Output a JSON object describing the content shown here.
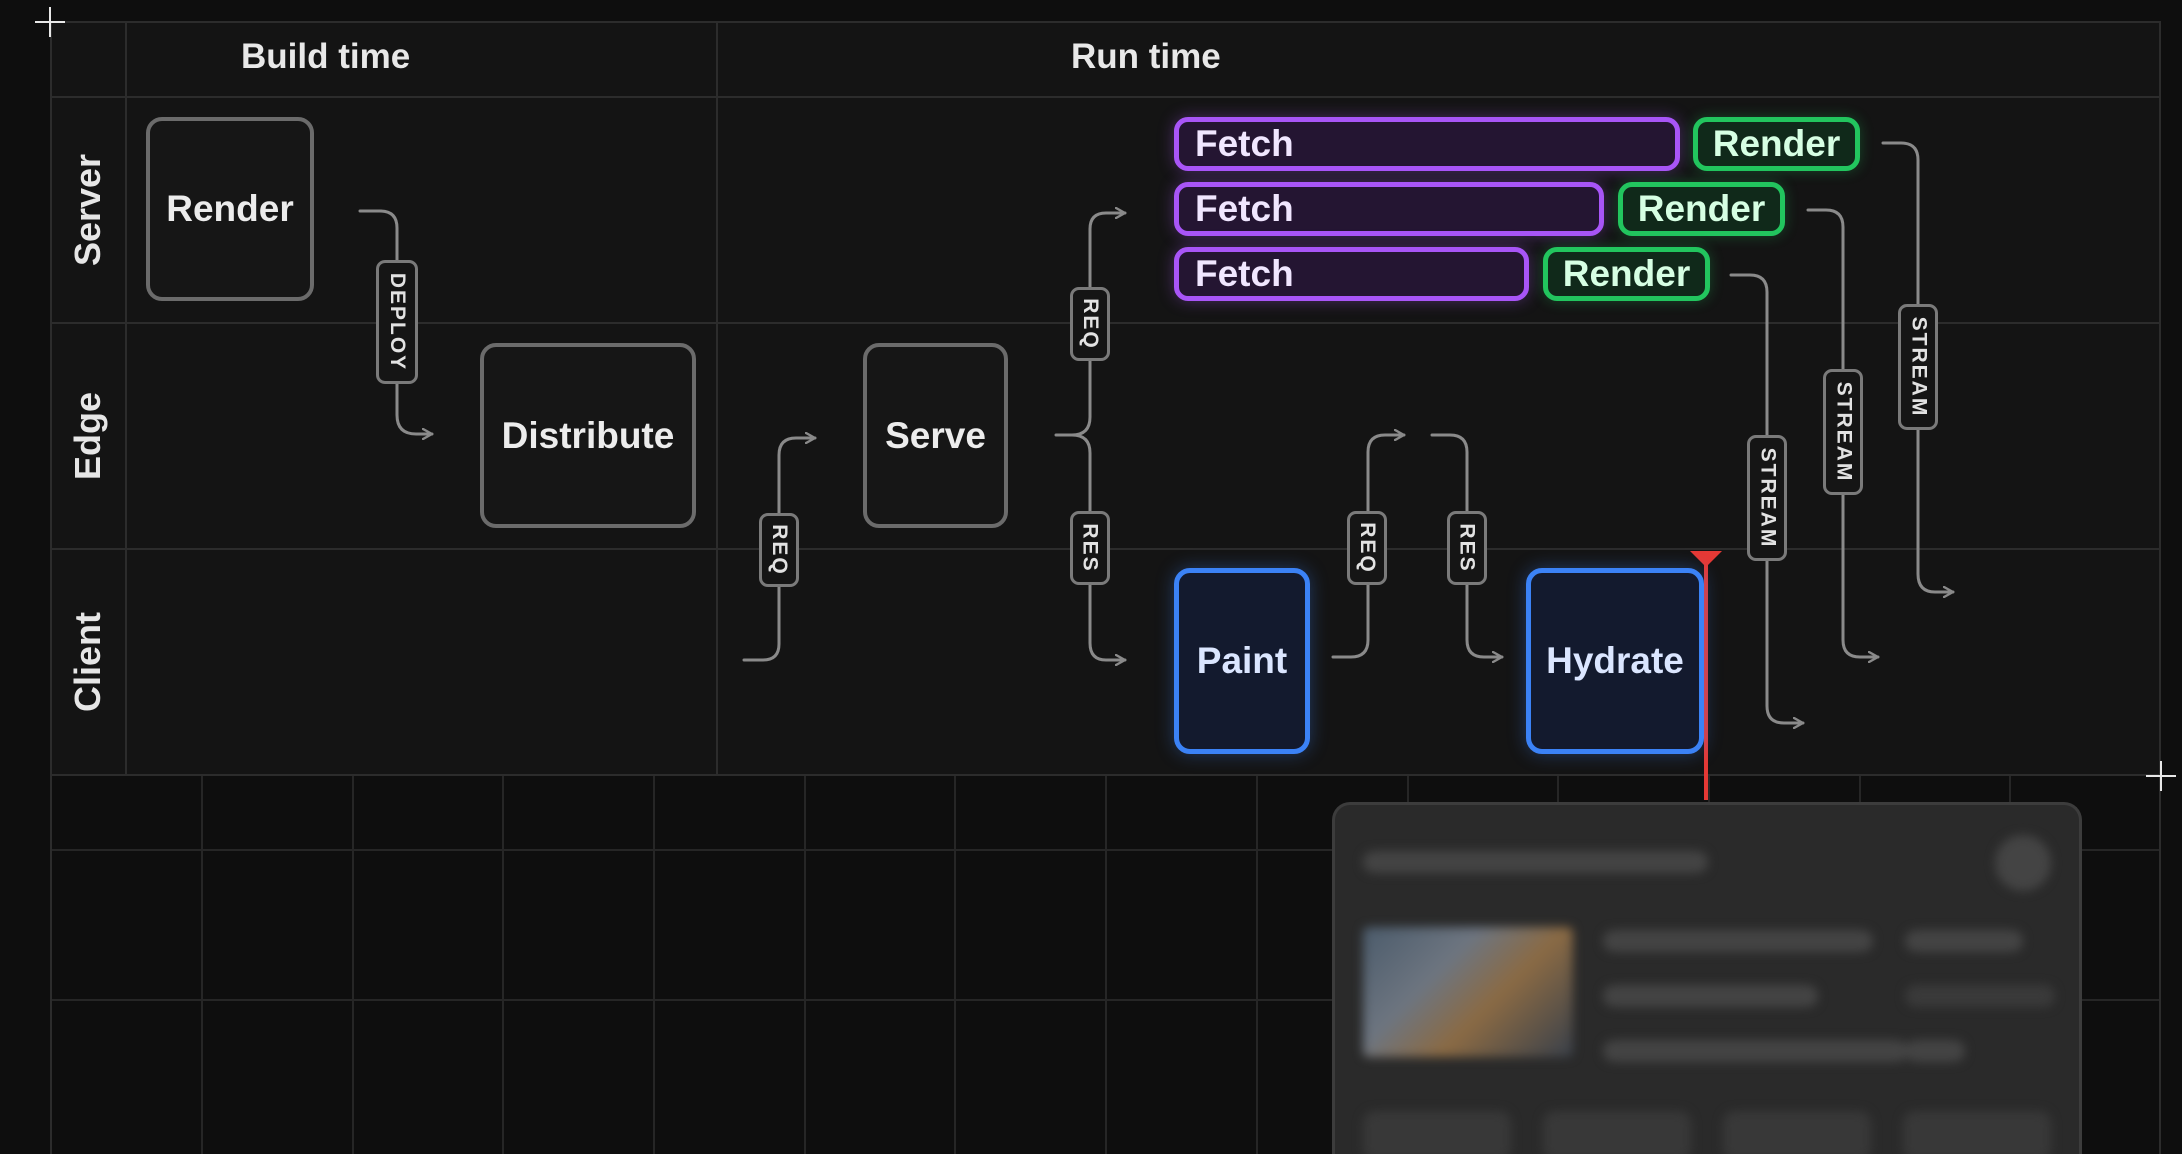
{
  "diagram": {
    "headers": {
      "build_time": "Build time",
      "run_time": "Run time"
    },
    "lanes": {
      "server": "Server",
      "edge": "Edge",
      "client": "Client"
    },
    "nodes": {
      "build_render": "Render",
      "distribute": "Distribute",
      "serve": "Serve",
      "paint": "Paint",
      "hydrate": "Hydrate",
      "fetch_1": "Fetch",
      "fetch_2": "Fetch",
      "fetch_3": "Fetch",
      "render_1": "Render",
      "render_2": "Render",
      "render_3": "Render"
    },
    "edge_labels": {
      "deploy": "DEPLOY",
      "req_client_edge": "REQ",
      "req_edge_server": "REQ",
      "res_edge_client": "RES",
      "req_paint": "REQ",
      "res_hydrate": "RES",
      "stream_1": "STREAM",
      "stream_2": "STREAM",
      "stream_3": "STREAM"
    },
    "colors": {
      "fetch": "#a855f7",
      "render": "#22c55e",
      "client_node": "#3b82f6",
      "marker": "#e53935",
      "neutral_node": "#6b6b6b"
    }
  },
  "preview_card": {
    "description_icon": "image-icon"
  }
}
